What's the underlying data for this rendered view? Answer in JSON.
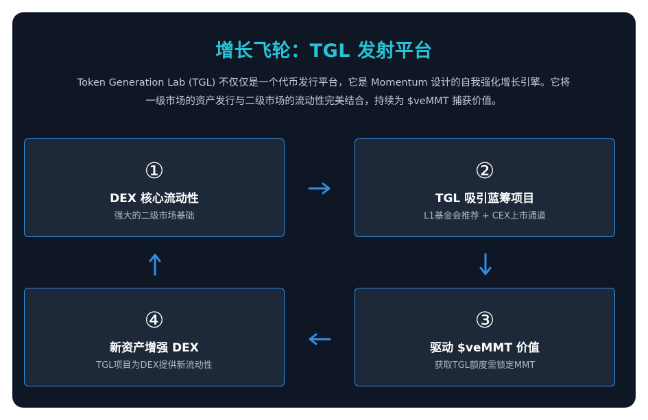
{
  "header": {
    "title": "增长飞轮：TGL 发射平台",
    "description_line1": "Token Generation Lab (TGL) 不仅仅是一个代币发行平台，它是 Momentum 设计的自我强化增长引擎。它将",
    "description_line2": "一级市场的资产发行与二级市场的流动性完美结合，持续为 $veMMT 捕获价值。"
  },
  "steps": [
    {
      "number": "①",
      "title": "DEX 核心流动性",
      "subtitle": "强大的二级市场基础"
    },
    {
      "number": "②",
      "title": "TGL 吸引蓝筹项目",
      "subtitle": "L1基金会推荐 + CEX上市通道"
    },
    {
      "number": "③",
      "title": "驱动 $veMMT 价值",
      "subtitle": "获取TGL额度需锁定MMT"
    },
    {
      "number": "④",
      "title": "新资产增强 DEX",
      "subtitle": "TGL项目为DEX提供新流动性"
    }
  ],
  "colors": {
    "background": "#0f1725",
    "card": "#1d2839",
    "accent": "#2f8fe6",
    "title": "#27c4d6"
  },
  "icons": {
    "flow_1_to_2": "arrow-right-icon",
    "flow_2_to_3": "arrow-down-icon",
    "flow_3_to_4": "arrow-left-icon",
    "flow_4_to_1": "arrow-up-icon"
  }
}
